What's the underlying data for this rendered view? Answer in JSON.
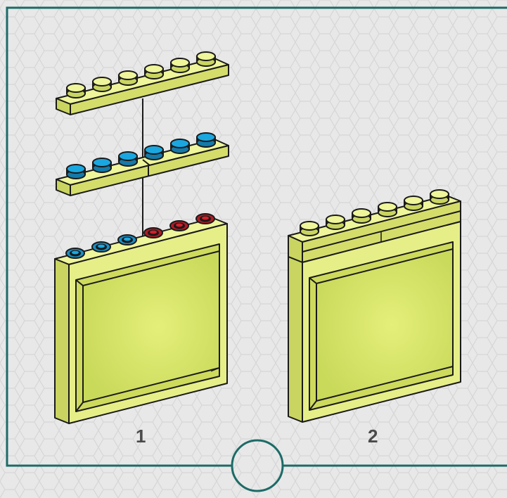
{
  "colors": {
    "background": "#e8e8e8",
    "hex_pattern": "#d9d9d9",
    "border": "#1c6b67",
    "brick_face": "#eef59a",
    "brick_side": "#d4dd6a",
    "panel_inner": "#dbe86a",
    "stud_blue": "#1aa7e0",
    "stud_red": "#d41f2a",
    "outline": "#1a1a1a"
  },
  "steps": [
    {
      "number": "1",
      "description_icons": [
        "plate-1x6-blue-studs",
        "plate-1x6-blue-studs",
        "window-panel-icon"
      ]
    },
    {
      "number": "2",
      "description_icons": [
        "assembled-panel-icon"
      ]
    }
  ]
}
